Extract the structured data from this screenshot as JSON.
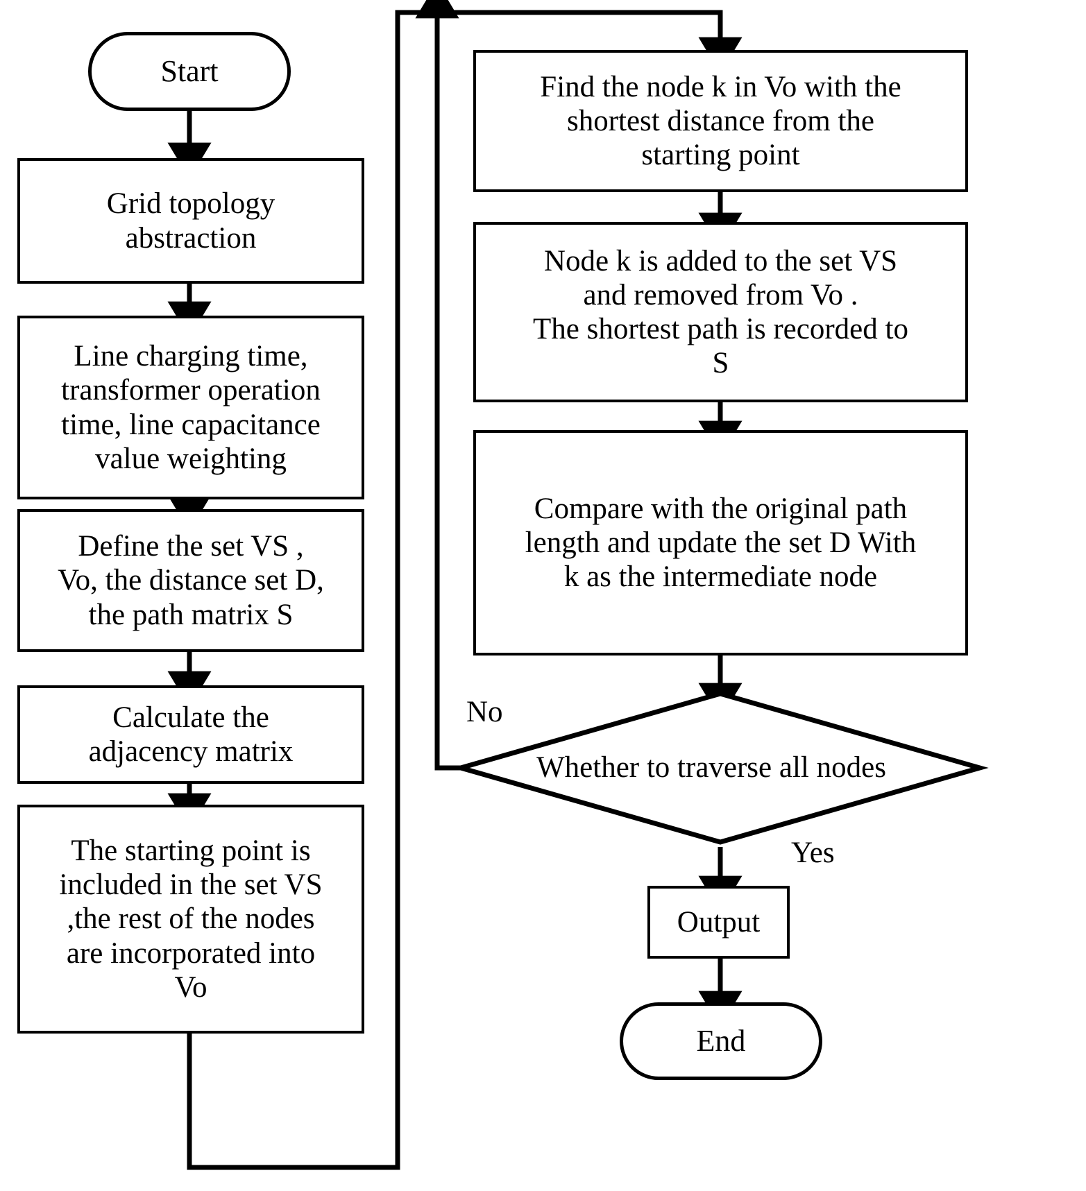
{
  "diagram": {
    "title": "Dijkstra shortest path algorithm flowchart",
    "stroke_color": "#000000",
    "fill_color": "#ffffff",
    "background": "#ffffff"
  },
  "nodes": {
    "start": {
      "label": "Start",
      "shape": "terminator"
    },
    "grid_topology": {
      "label": "Grid topology\nabstraction",
      "shape": "process"
    },
    "weighting": {
      "label": "Line charging time,\ntransformer operation\ntime, line capacitance\nvalue weighting",
      "shape": "process"
    },
    "define_sets": {
      "label": "Define the set VS ,\nVo, the distance set D,\nthe path matrix S",
      "shape": "process"
    },
    "adjacency": {
      "label": "Calculate the\nadjacency matrix",
      "shape": "process"
    },
    "init_sets": {
      "label": "The starting point is\nincluded in the set VS\n,the rest of the nodes\nare incorporated into\nVo",
      "shape": "process"
    },
    "find_node": {
      "label": "Find the node k in Vo with the\nshortest distance from the\nstarting point",
      "shape": "process"
    },
    "add_node": {
      "label": "Node k is added to the set VS\nand removed from Vo .\nThe shortest path is recorded to\nS",
      "shape": "process"
    },
    "compare": {
      "label": "Compare with the original path\nlength and update the set D With\nk as the intermediate node",
      "shape": "process"
    },
    "decision": {
      "label": "Whether to traverse all nodes",
      "shape": "decision"
    },
    "output": {
      "label": "Output",
      "shape": "process"
    },
    "end": {
      "label": "End",
      "shape": "terminator"
    }
  },
  "edge_labels": {
    "no": "No",
    "yes": "Yes"
  }
}
